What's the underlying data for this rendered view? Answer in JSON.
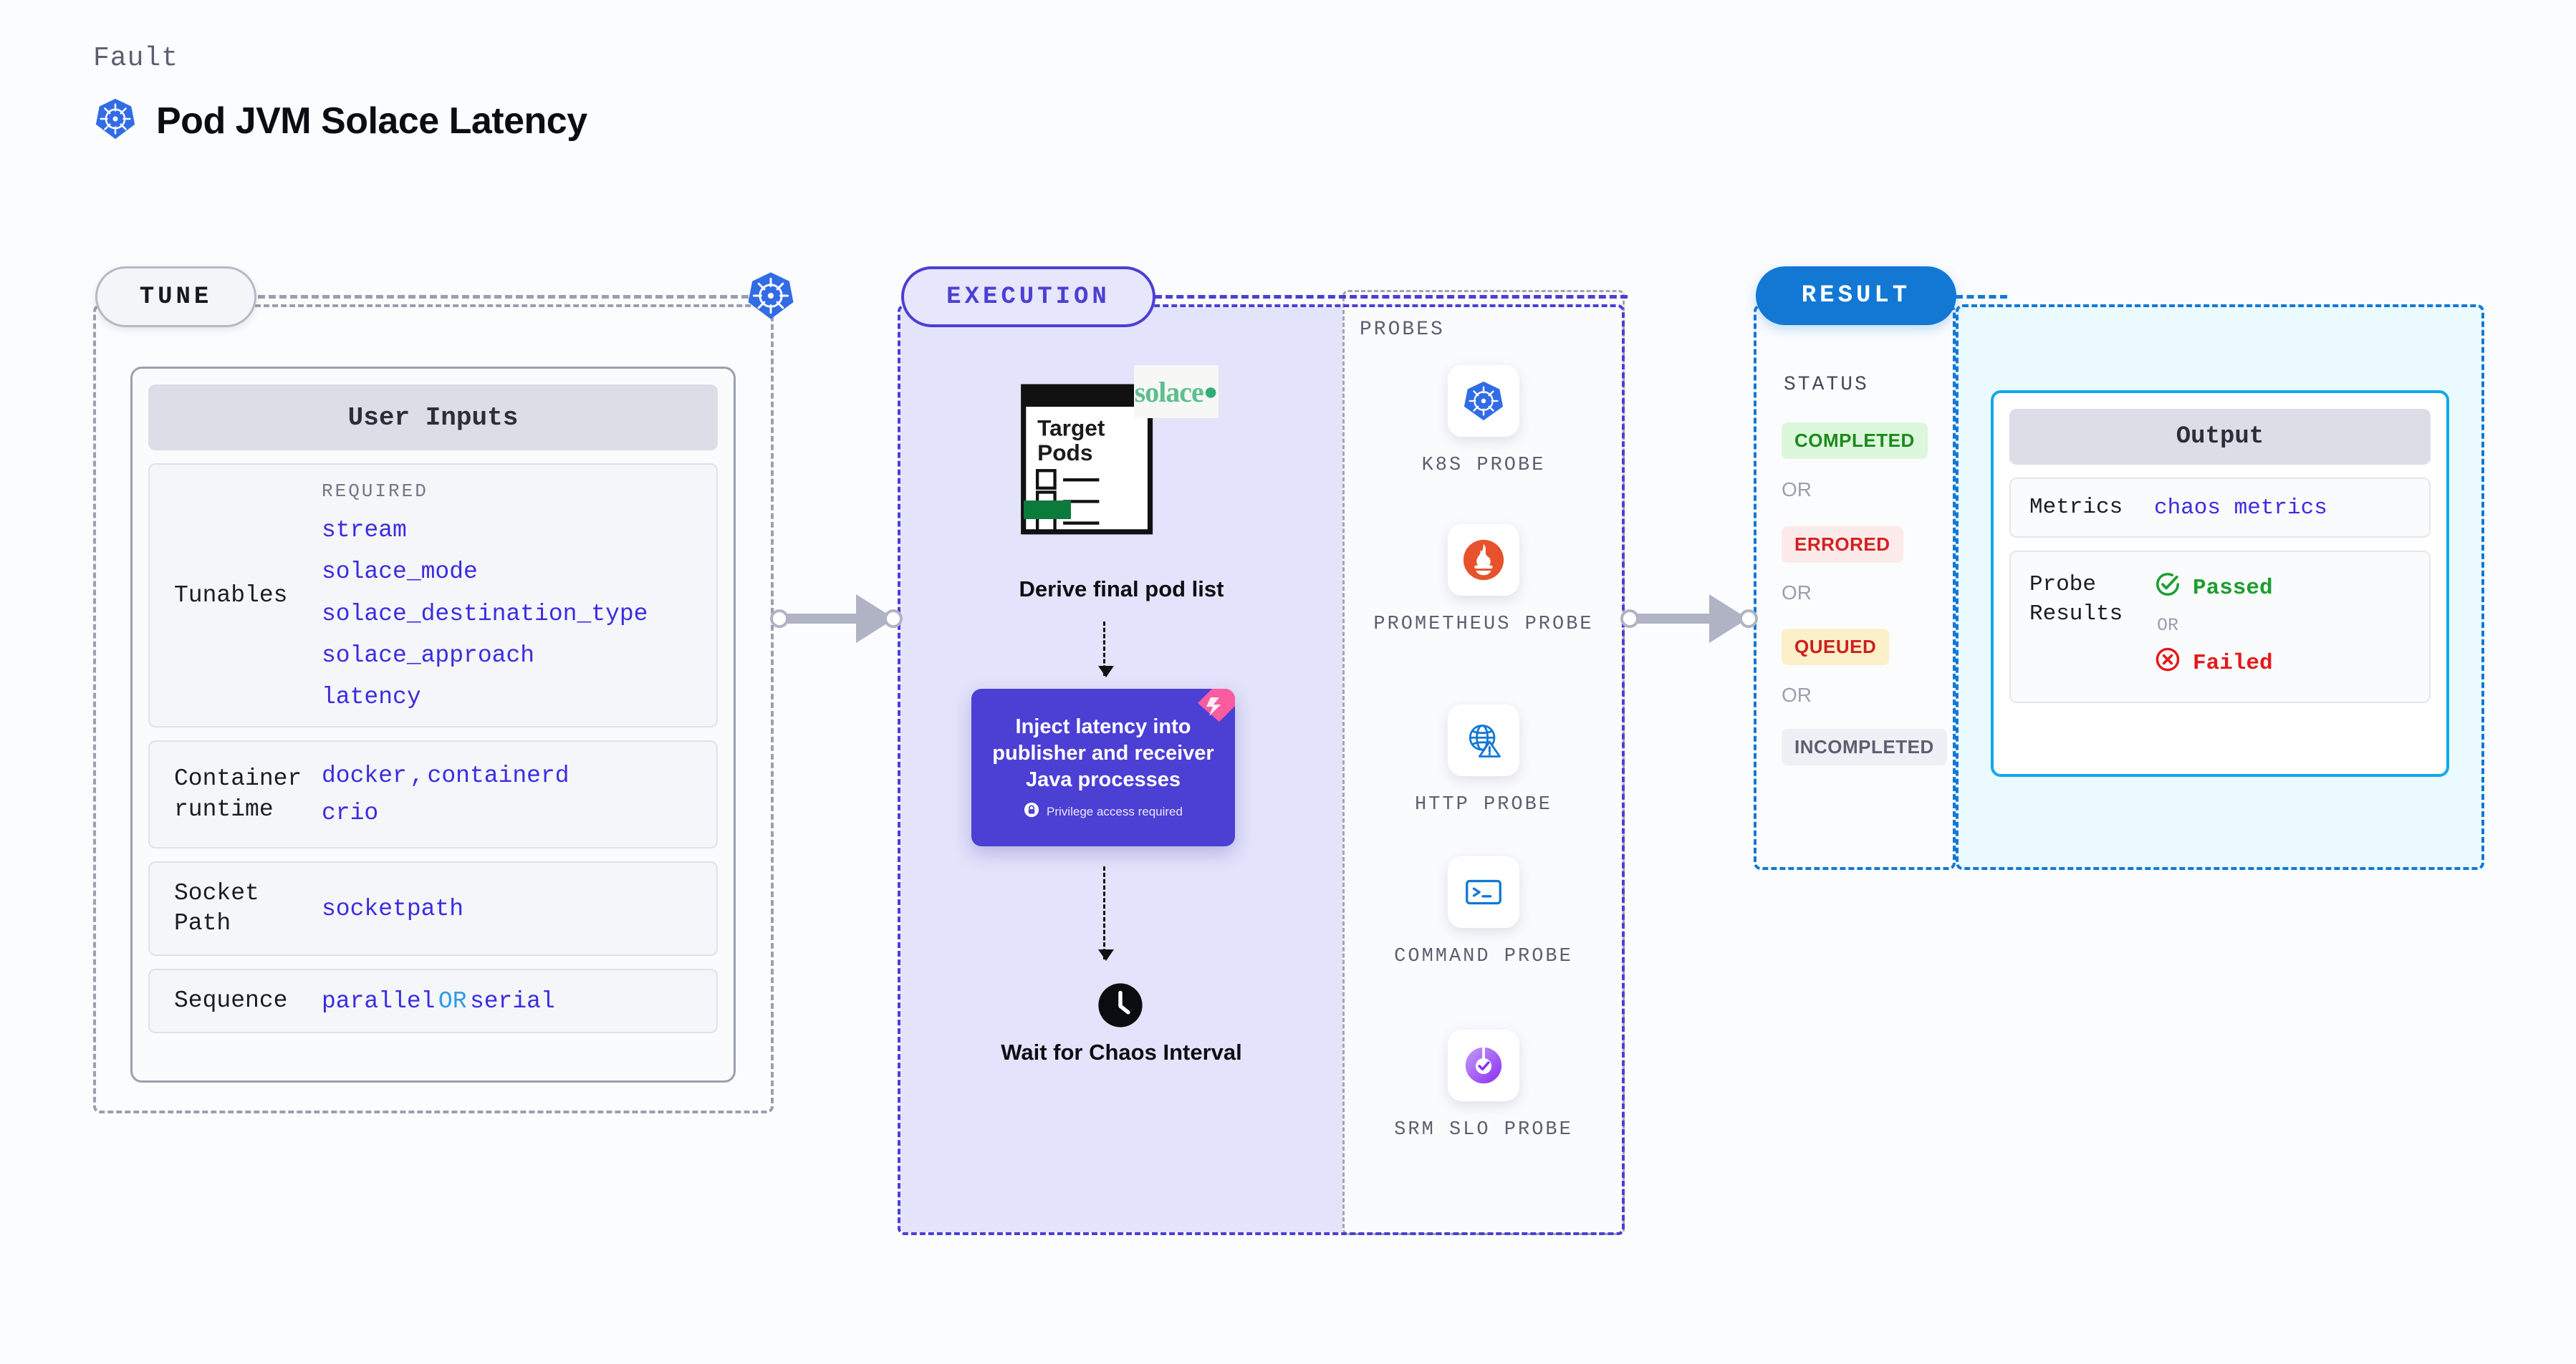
{
  "header": {
    "fault_label": "Fault",
    "title": "Pod JVM Solace Latency",
    "icon": "kubernetes-icon"
  },
  "tune": {
    "badge": "TUNE",
    "side_icon": "kubernetes-icon",
    "card_title": "User Inputs",
    "rows": [
      {
        "key": "Tunables",
        "required_label": "REQUIRED",
        "tunables": [
          "stream",
          "solace_mode",
          "solace_destination_type",
          "solace_approach",
          "latency"
        ]
      },
      {
        "key": "Container runtime",
        "values": [
          "docker",
          ",",
          "containerd",
          "crio"
        ]
      },
      {
        "key": "Socket Path",
        "values": [
          "socketpath"
        ]
      },
      {
        "key": "Sequence",
        "values": [
          "parallel",
          "OR",
          "serial"
        ]
      }
    ]
  },
  "execution": {
    "badge": "EXECUTION",
    "doc_title": "Target Pods",
    "brand_logo": "solace",
    "derive_label": "Derive final pod list",
    "inject_card": {
      "text": "Inject latency into publisher and receiver Java processes",
      "privilege_note": "Privilege access required",
      "privilege_icon": "lock-icon",
      "ribbon_icon": "ribbon-flag-icon"
    },
    "wait_label": "Wait for Chaos Interval",
    "wait_icon": "clock-icon",
    "probes_label": "PROBES",
    "probes": [
      {
        "name": "K8S PROBE",
        "icon": "kubernetes-icon"
      },
      {
        "name": "PROMETHEUS PROBE",
        "icon": "prometheus-icon"
      },
      {
        "name": "HTTP PROBE",
        "icon": "globe-warning-icon"
      },
      {
        "name": "COMMAND PROBE",
        "icon": "terminal-icon"
      },
      {
        "name": "SRM SLO PROBE",
        "icon": "slo-donut-check-icon"
      }
    ]
  },
  "result": {
    "badge": "RESULT",
    "status_label": "STATUS",
    "statuses": [
      {
        "label": "COMPLETED",
        "bg": "#dcf7dc",
        "fg": "#1b8a1b"
      },
      {
        "label": "ERRORED",
        "bg": "#fdebeb",
        "fg": "#d42020"
      },
      {
        "label": "QUEUED",
        "bg": "#fcf0c8",
        "fg": "#cc2020"
      },
      {
        "label": "INCOMPLETED",
        "bg": "#eff0f5",
        "fg": "#5b6070"
      }
    ],
    "or_label": "OR",
    "output": {
      "title": "Output",
      "metrics_key": "Metrics",
      "metrics_value": "chaos metrics",
      "probe_results_key": "Probe Results",
      "passed_label": "Passed",
      "passed_icon": "check-circle-icon",
      "or_label": "OR",
      "failed_label": "Failed",
      "failed_icon": "x-circle-icon"
    }
  },
  "colors": {
    "accent_purple": "#4b3fd4",
    "accent_blue": "#1278d4",
    "accent_cyan": "#13a8e8",
    "k8s_blue": "#326ce5",
    "tunable_value": "#3b2ce0",
    "green": "#1b8a1b",
    "red": "#d42020"
  }
}
